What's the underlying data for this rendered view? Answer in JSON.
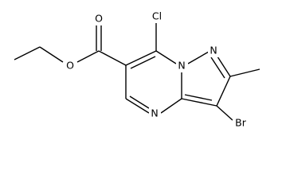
{
  "molecule": {
    "atom_labels": {
      "carbonyl_oxygen": "O",
      "ester_oxygen": "O",
      "chlorine": "Cl",
      "bridgehead_nitrogen": "N",
      "pyrazole_nitrogen": "N",
      "pyrimidine_nitrogen": "N",
      "bromine": "Br"
    }
  }
}
